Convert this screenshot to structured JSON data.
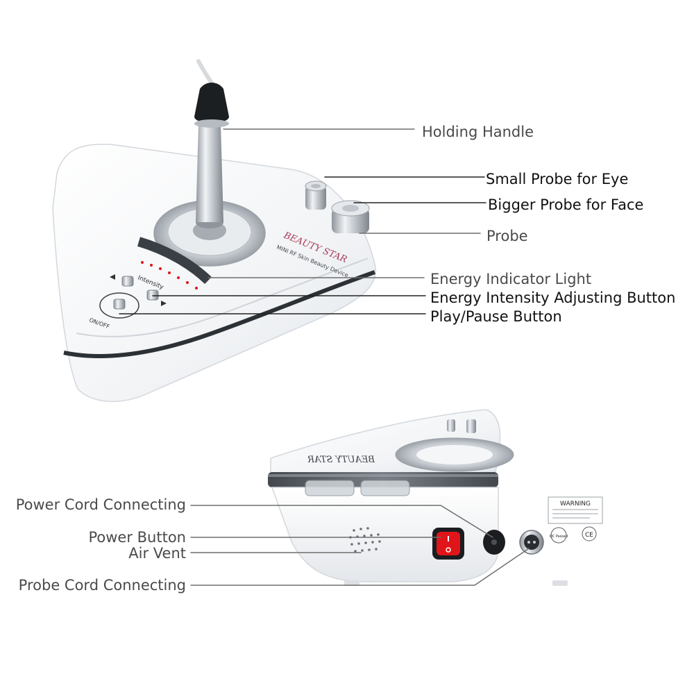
{
  "top_device": {
    "brand": "BEAUTY STAR",
    "model_text": "MINI RF Skin Beauty Device",
    "intensity_text": "Intensity",
    "switch_text": "ON/OFF"
  },
  "bottom_device": {
    "brand_mirrored": "BEAUTY STAR",
    "warning_title": "WARNING",
    "qc_badge": "QC Passed",
    "ce_mark": "CE"
  },
  "callouts": {
    "holding_handle": "Holding Handle",
    "small_probe": "Small Probe for Eye",
    "bigger_probe": "Bigger Probe for Face",
    "probe": "Probe",
    "energy_indicator": "Energy Indicator Light",
    "intensity_button": "Energy Intensity Adjusting Button",
    "play_pause": "Play/Pause Button",
    "power_cord": "Power Cord Connecting",
    "power_button": "Power Button",
    "air_vent": "Air Vent",
    "probe_cord": "Probe Cord Connecting"
  },
  "colors": {
    "device_white": "#f4f6f8",
    "acrylic_rim": "#3a3f45",
    "chrome": "#c9ced4",
    "power_red": "#e0151a",
    "label_dark": "#111111",
    "label_grey": "#4a4a4a"
  }
}
